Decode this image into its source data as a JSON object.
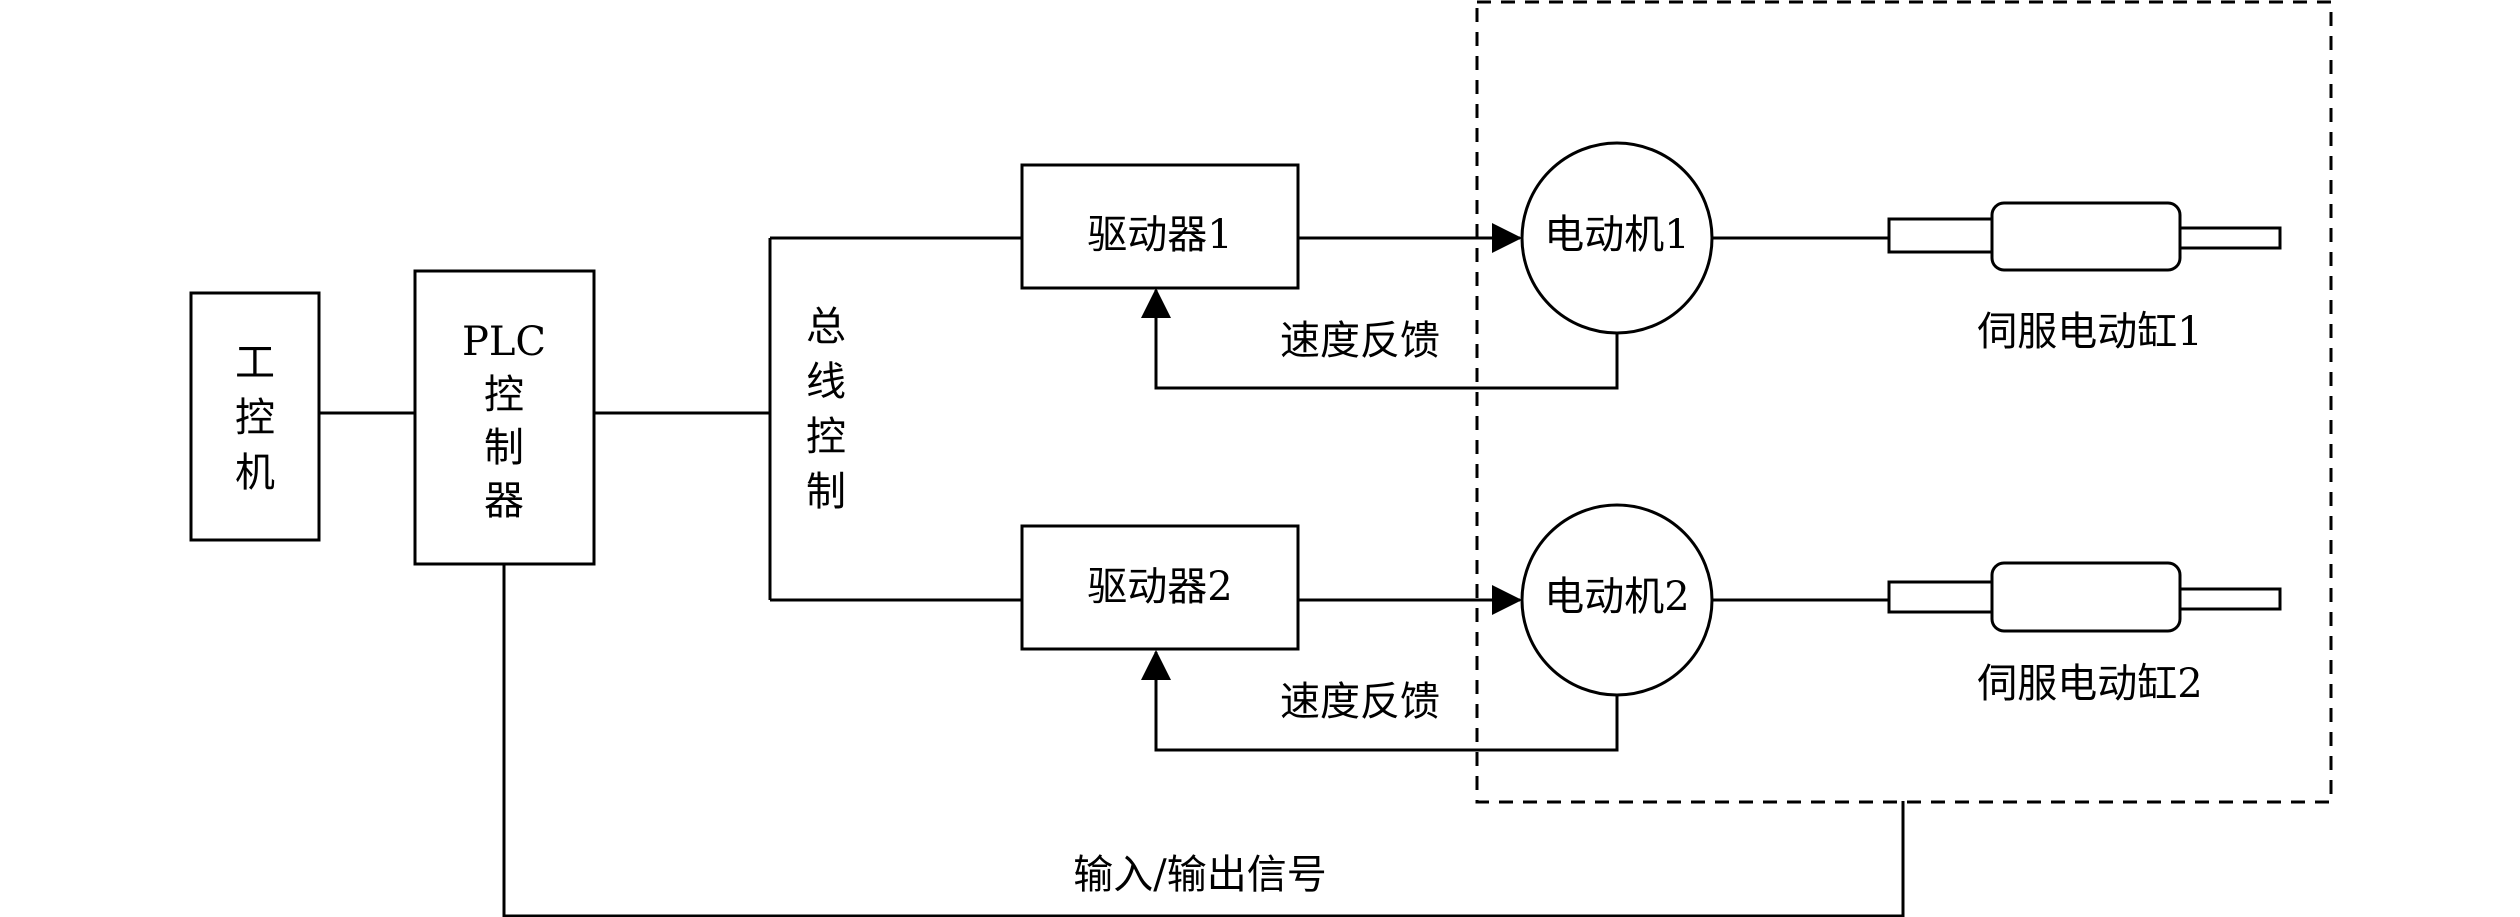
{
  "blocks": {
    "ipc": [
      "工",
      "控",
      "机"
    ],
    "plc": [
      "PLC",
      "控",
      "制",
      "器"
    ],
    "driver1": "驱动器1",
    "driver2": "驱动器2",
    "motor1": "电动机1",
    "motor2": "电动机2"
  },
  "labels": {
    "bus": [
      "总",
      "线",
      "控",
      "制"
    ],
    "feedback1": "速度反馈",
    "feedback2": "速度反馈",
    "cylinder1": "伺服电动缸1",
    "cylinder2": "伺服电动缸2",
    "io_signal": "输入/输出信号"
  }
}
